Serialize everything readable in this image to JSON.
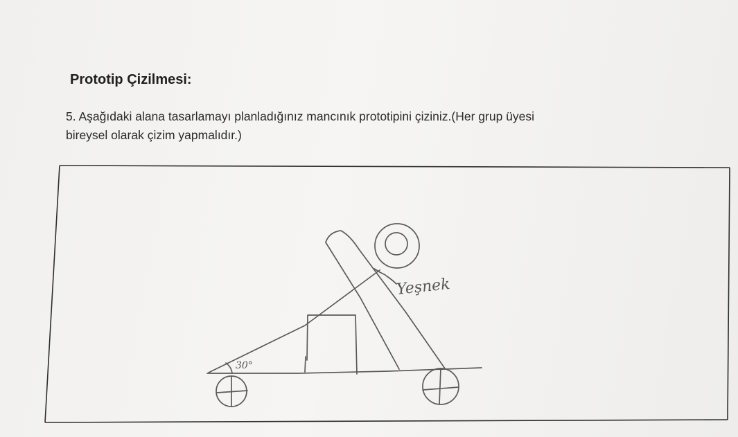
{
  "section": {
    "title": "Prototip Çizilmesi:"
  },
  "question": {
    "line1": "5. Aşağıdaki alana tasarlamayı planladığınız mancınık prototipini çiziniz.(Her grup üyesi",
    "line2": "bireysel olarak çizim yapmalıdır.)"
  },
  "sketch": {
    "angle_label": "30°",
    "part_label": "Yeşnek"
  },
  "colors": {
    "paper": "#f3f2f0",
    "ink": "#2a2a2a",
    "pencil": "#555555"
  }
}
